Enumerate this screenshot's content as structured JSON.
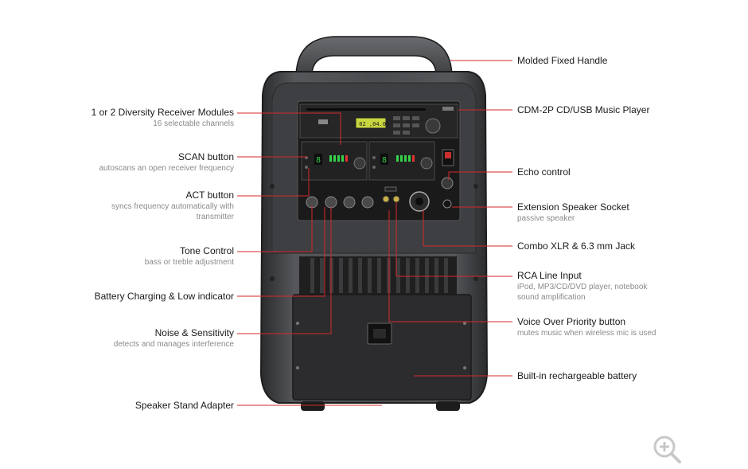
{
  "labels_left": [
    {
      "key": "modules",
      "title": "1 or 2 Diversity Receiver Modules",
      "sub": "16 selectable channels"
    },
    {
      "key": "scan",
      "title": "SCAN button",
      "sub": "autoscans an open receiver frequency"
    },
    {
      "key": "act",
      "title": "ACT button",
      "sub": "syncs frequency automatically with transmitter"
    },
    {
      "key": "tone",
      "title": "Tone Control",
      "sub": "bass or treble adjustment"
    },
    {
      "key": "battery_ind",
      "title": "Battery Charging & Low indicator",
      "sub": ""
    },
    {
      "key": "noise",
      "title": "Noise & Sensitivity",
      "sub": "detects and manages interference"
    },
    {
      "key": "stand",
      "title": "Speaker Stand Adapter",
      "sub": ""
    }
  ],
  "labels_right": [
    {
      "key": "handle",
      "title": "Molded Fixed Handle",
      "sub": ""
    },
    {
      "key": "cdm",
      "title": "CDM-2P CD/USB Music Player",
      "sub": ""
    },
    {
      "key": "echo",
      "title": "Echo control",
      "sub": ""
    },
    {
      "key": "ext",
      "title": "Extension Speaker Socket",
      "sub": "passive speaker"
    },
    {
      "key": "combo",
      "title": "Combo XLR & 6.3 mm Jack",
      "sub": ""
    },
    {
      "key": "rca",
      "title": "RCA Line Input",
      "sub": "iPod, MP3/CD/DVD player, notebook sound amplification"
    },
    {
      "key": "vop",
      "title": "Voice Over Priority button",
      "sub": "mutes music when wireless mic is used"
    },
    {
      "key": "builtin",
      "title": "Built-in rechargeable battery",
      "sub": ""
    }
  ],
  "display": {
    "readout": "1 02 ,04.03"
  },
  "colors": {
    "leader": "#d42a2a",
    "body": "#3a3b3d",
    "panel": "#1c1c1c",
    "lcd": "#c8d640",
    "led_green": "#35d24a",
    "led_red": "#e33333"
  },
  "icons": {
    "zoom": "zoom-in-icon"
  }
}
